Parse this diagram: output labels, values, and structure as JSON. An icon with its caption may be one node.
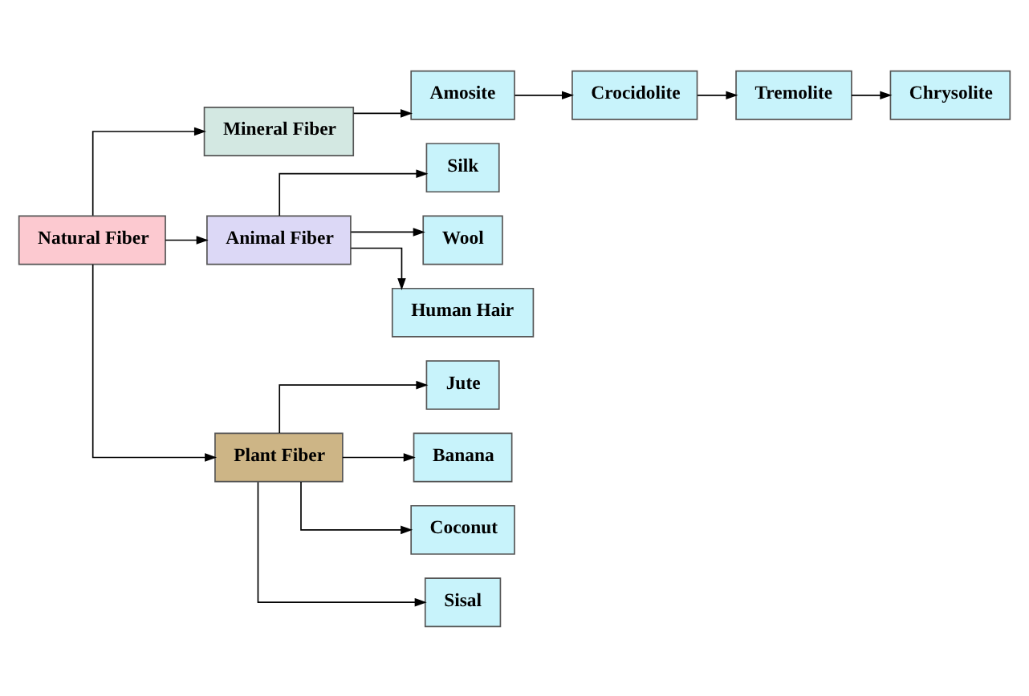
{
  "diagram": {
    "nodes": [
      {
        "text": [
          "Natural Fiber"
        ]
      },
      {
        "text": [
          "Mineral Fiber"
        ]
      },
      {
        "text": [
          "Animal Fiber"
        ]
      },
      {
        "text": [
          "Plant Fiber"
        ]
      },
      {
        "text": [
          "Amosite"
        ]
      },
      {
        "text": [
          "Crocidolite"
        ]
      },
      {
        "text": [
          "Tremolite"
        ]
      },
      {
        "text": [
          "Chrysolite"
        ]
      },
      {
        "text": [
          "Silk"
        ]
      },
      {
        "text": [
          "Wool"
        ]
      },
      {
        "text": [
          "Human Hair"
        ]
      },
      {
        "text": [
          "Jute"
        ]
      },
      {
        "text": [
          "Banana"
        ]
      },
      {
        "text": [
          "Coconut"
        ]
      },
      {
        "text": [
          "Sisal"
        ]
      }
    ],
    "edges": [
      {
        "from": 0,
        "to": 1,
        "arrow": "to"
      },
      {
        "from": 0,
        "to": 2,
        "arrow": "to"
      },
      {
        "from": 0,
        "to": 3,
        "arrow": "to"
      },
      {
        "from": 1,
        "to": 4,
        "arrow": "to"
      },
      {
        "from": 4,
        "to": 5,
        "arrow": "to"
      },
      {
        "from": 5,
        "to": 6,
        "arrow": "to"
      },
      {
        "from": 6,
        "to": 7,
        "arrow": "to"
      },
      {
        "from": 2,
        "to": 8,
        "arrow": "to"
      },
      {
        "from": 2,
        "to": 9,
        "arrow": "to"
      },
      {
        "from": 2,
        "to": 10,
        "arrow": "to"
      },
      {
        "from": 3,
        "to": 11,
        "arrow": "to"
      },
      {
        "from": 3,
        "to": 12,
        "arrow": "to"
      },
      {
        "from": 3,
        "to": 13,
        "arrow": "to"
      },
      {
        "from": 3,
        "to": 14,
        "arrow": "to"
      }
    ]
  }
}
